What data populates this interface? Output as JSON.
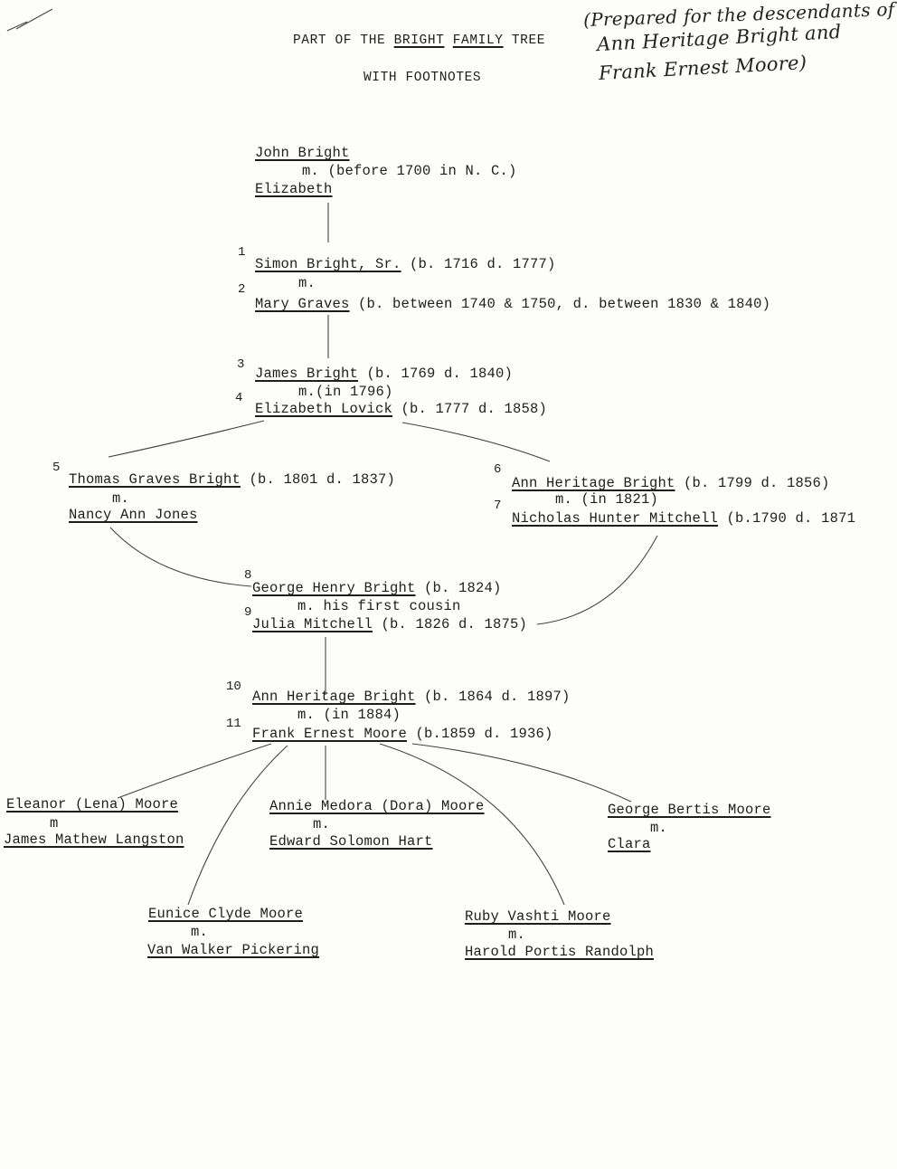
{
  "header": {
    "title_part1": "PART OF THE ",
    "title_bright": "BRIGHT",
    "title_space": " ",
    "title_family": "FAMILY",
    "title_part2": " TREE",
    "subtitle": "WITH FOOTNOTES"
  },
  "handwritten_note": {
    "line1": "(Prepared for the descendants of",
    "line2": "Ann Heritage Bright and",
    "line3": "Frank Ernest Moore)"
  },
  "generations": {
    "g1": {
      "husband": "John  Bright",
      "marriage": "m. (before 1700 in N. C.)",
      "wife": "Elizabeth"
    },
    "g2": {
      "fn1": "1",
      "husband": "Simon Bright, Sr.",
      "husband_dates": " (b. 1716 d. 1777)",
      "marriage": "m.",
      "fn2": "2",
      "wife": "Mary Graves",
      "wife_dates": " (b. between 1740 & 1750, d. between 1830 & 1840)"
    },
    "g3": {
      "fn1": "3",
      "husband": "James Bright",
      "husband_dates": " (b. 1769 d. 1840)",
      "marriage": "m.(in 1796)",
      "fn2": "4",
      "wife": "Elizabeth Lovick",
      "wife_dates": " (b. 1777 d. 1858)"
    },
    "g4_left": {
      "fn1": "5",
      "husband": "Thomas Graves Bright",
      "husband_dates": " (b. 1801 d. 1837)",
      "marriage": "m.",
      "wife": "Nancy Ann Jones"
    },
    "g4_right": {
      "fn1": "6",
      "wife": "Ann Heritage Bright",
      "wife_dates": " (b. 1799 d. 1856)",
      "marriage": "m. (in 1821)",
      "fn2": "7",
      "husband": "Nicholas Hunter Mitchell",
      "husband_dates": " (b.1790 d. 1871"
    },
    "g5": {
      "fn1": "8",
      "husband": "George Henry Bright",
      "husband_dates": " (b. 1824)",
      "marriage": "m. his first cousin",
      "fn2": "9",
      "wife": "Julia Mitchell",
      "wife_dates": " (b. 1826 d. 1875)"
    },
    "g6": {
      "fn1": "10",
      "wife": "Ann Heritage Bright",
      "wife_dates": " (b. 1864 d. 1897)",
      "marriage": "m. (in 1884)",
      "fn2": "11",
      "husband": "Frank Ernest Moore",
      "husband_dates": " (b.1859  d. 1936)"
    }
  },
  "children": [
    {
      "name": "Eleanor (Lena) Moore",
      "marriage": "m",
      "spouse": "James Mathew Langston"
    },
    {
      "name": "Annie Medora (Dora) Moore",
      "marriage": "m.",
      "spouse": "Edward Solomon Hart"
    },
    {
      "name": "George Bertis Moore",
      "marriage": "m.",
      "spouse": "Clara"
    },
    {
      "name": "Eunice Clyde Moore",
      "marriage": "m.",
      "spouse": "Van Walker Pickering"
    },
    {
      "name": "Ruby Vashti Moore",
      "marriage": "m.",
      "spouse": "Harold Portis Randolph"
    }
  ]
}
